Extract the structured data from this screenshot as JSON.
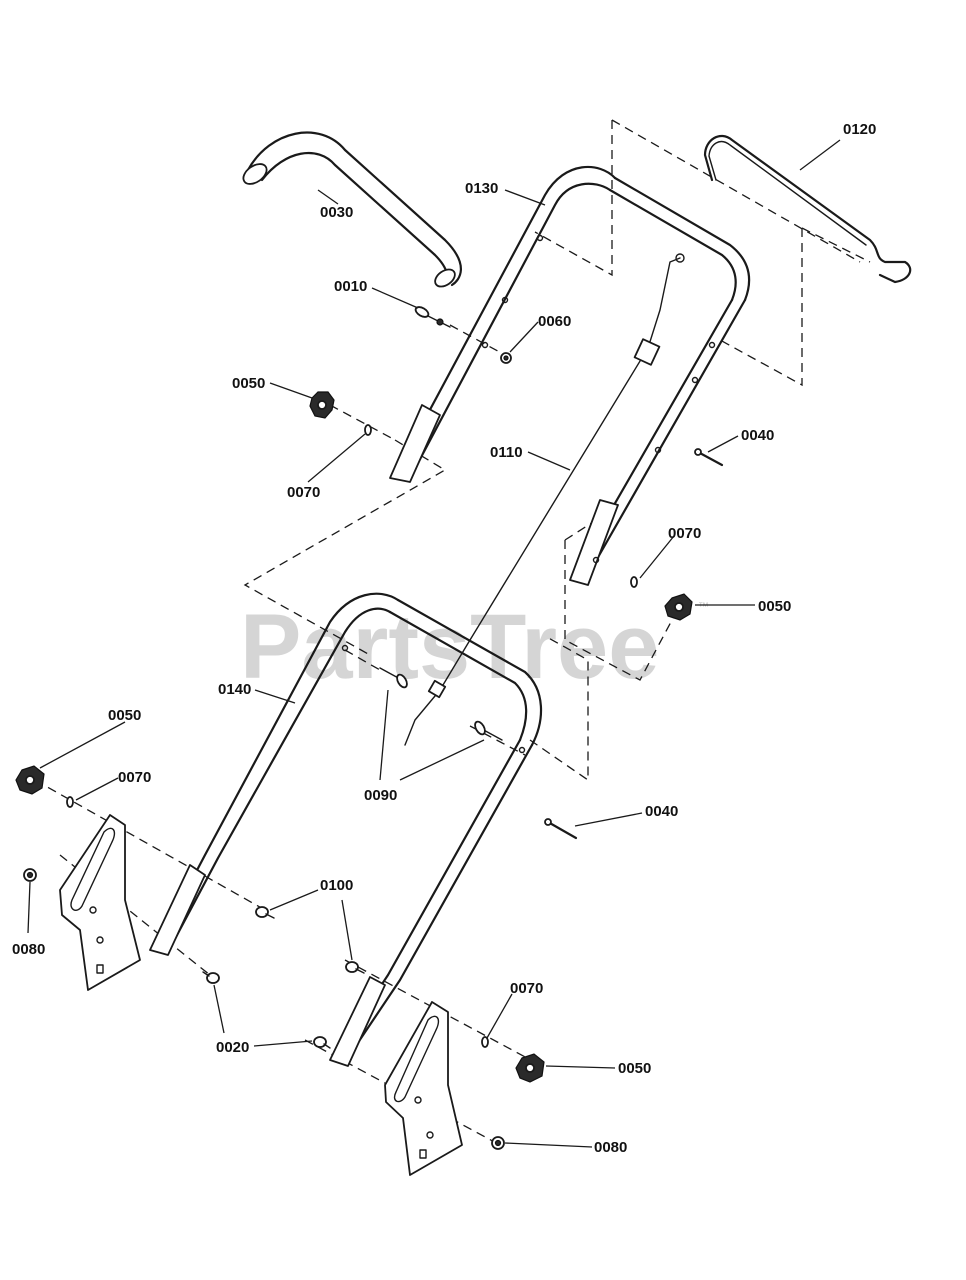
{
  "watermark": {
    "text": "PartsTree",
    "trademark": "™"
  },
  "callouts": [
    {
      "id": "c-0120",
      "label": "0120"
    },
    {
      "id": "c-0130",
      "label": "0130"
    },
    {
      "id": "c-0030",
      "label": "0030"
    },
    {
      "id": "c-0010",
      "label": "0010"
    },
    {
      "id": "c-0060",
      "label": "0060"
    },
    {
      "id": "c-0050-a",
      "label": "0050"
    },
    {
      "id": "c-0070-a",
      "label": "0070"
    },
    {
      "id": "c-0110",
      "label": "0110"
    },
    {
      "id": "c-0040-a",
      "label": "0040"
    },
    {
      "id": "c-0070-b",
      "label": "0070"
    },
    {
      "id": "c-0050-b",
      "label": "0050"
    },
    {
      "id": "c-0140",
      "label": "0140"
    },
    {
      "id": "c-0050-c",
      "label": "0050"
    },
    {
      "id": "c-0070-c",
      "label": "0070"
    },
    {
      "id": "c-0090",
      "label": "0090"
    },
    {
      "id": "c-0040-b",
      "label": "0040"
    },
    {
      "id": "c-0080-a",
      "label": "0080"
    },
    {
      "id": "c-0100",
      "label": "0100"
    },
    {
      "id": "c-0020",
      "label": "0020"
    },
    {
      "id": "c-0070-d",
      "label": "0070"
    },
    {
      "id": "c-0050-d",
      "label": "0050"
    },
    {
      "id": "c-0080-b",
      "label": "0080"
    }
  ]
}
